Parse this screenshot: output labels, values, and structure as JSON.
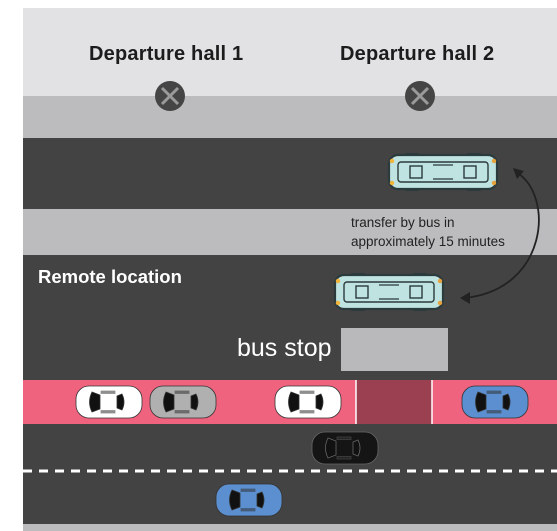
{
  "labels": {
    "hall_1": "Departure hall 1",
    "hall_2": "Departure hall 2",
    "remote_location": "Remote location",
    "bus_stop": "bus stop",
    "transfer_line_1": "transfer by bus in",
    "transfer_line_2": "approximately 15 minutes"
  },
  "colors": {
    "terminal": "#e2e2e4",
    "walkway": "#bcbcbe",
    "road": "#434343",
    "separator": "#bcbcbe",
    "bus_stop_pad": "#b9b9bb",
    "parking_strip": "#f0637e",
    "parking_dark": "#9b4050",
    "bus_body": "#bfe3e0",
    "bus_outline": "#2b3a3c",
    "car_white": "#ffffff",
    "car_gray": "#b0b0b0",
    "car_blue": "#5b8fcf",
    "car_dark": "#151515",
    "gate_icon": "#454545",
    "arrow": "#222222"
  },
  "icons": {
    "gate": "gate-closed-icon",
    "bus": "bus-icon",
    "car": "car-icon",
    "arrow": "double-arrow-icon"
  }
}
